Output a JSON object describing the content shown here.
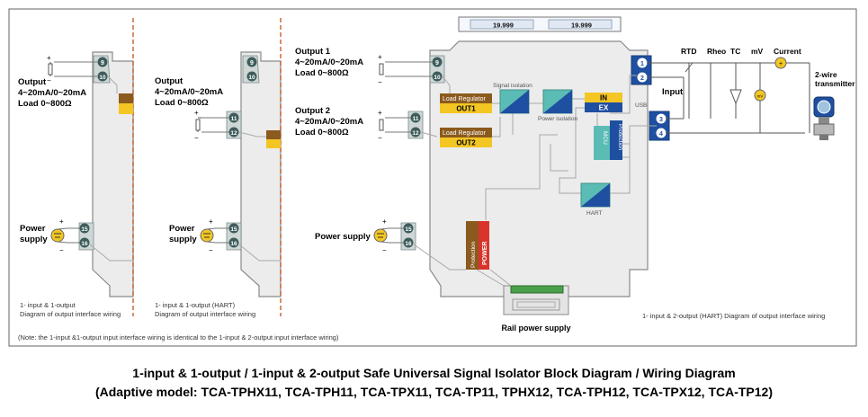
{
  "colors": {
    "module_body": "#ececec",
    "module_edge": "#8a8a8a",
    "wire": "#8f8f8f",
    "terminal": "#6f8b8b",
    "terminal_in": "#1f4fa0",
    "yellow": "#f3c623",
    "red": "#d9342b",
    "blue": "#1f4fa0",
    "teal": "#5bbcb5",
    "brown": "#8b5a1e"
  },
  "display": {
    "left_value": "19.999",
    "right_value": "19.999"
  },
  "panel1": {
    "output_label": "Output",
    "output_range": "4~20mA/0~20mA",
    "output_load": "Load 0~800Ω",
    "power_label": "Power",
    "power_label2": "supply",
    "terminals": [
      "9",
      "10",
      "15",
      "16"
    ],
    "caption_line1": "1- input & 1-output",
    "caption_line2": "Diagram of output interface wiring"
  },
  "panel2": {
    "output_label": "Output",
    "output_range": "4~20mA/0~20mA",
    "output_load": "Load 0~800Ω",
    "power_label": "Power",
    "power_label2": "supply",
    "terminals": [
      "9",
      "10",
      "11",
      "12",
      "15",
      "16"
    ],
    "caption_line1": "1- input & 1-output (HART)",
    "caption_line2": "Diagram of output interface wiring"
  },
  "panel3": {
    "output1_label": "Output 1",
    "output1_range": "4~20mA/0~20mA",
    "output1_load": "Load 0~800Ω",
    "output2_label": "Output 2",
    "output2_range": "4~20mA/0~20mA",
    "output2_load": "Load 0~800Ω",
    "power_label": "Power supply",
    "terminals_out": [
      "9",
      "10",
      "11",
      "12",
      "15",
      "16"
    ],
    "terminals_in": [
      "1",
      "2",
      "3",
      "4"
    ],
    "load_regulator": "Load Regulator",
    "out1": "OUT1",
    "out2": "OUT2",
    "signal_isolation": "Signal isolation",
    "power_isolation": "Power isolation",
    "in": "IN",
    "ex": "EX",
    "usb": "USB",
    "mcu": "MCU",
    "protection": "Protection",
    "hart": "HART",
    "power": "POWER",
    "rail_power": "Rail power supply",
    "input_label": "Input",
    "sensors": [
      "RTD",
      "Rheo",
      "TC",
      "mV",
      "Current"
    ],
    "transmitter_line1": "2-wire",
    "transmitter_line2": "transmitter",
    "caption": "1- input & 2-output (HART) Diagram of output interface wiring"
  },
  "note": "(Note: the 1-input &1-output input interface wiring is identical to the 1-input & 2-output input interface wiring)",
  "title_line1": "1-input & 1-output / 1-input & 2-output    Safe Universal  Signal Isolator Block Diagram  / Wiring Diagram",
  "title_line2": "(Adaptive model: TCA-TPHX11, TCA-TPH11, TCA-TPX11, TCA-TP11, TPHX12, TCA-TPH12, TCA-TPX12, TCA-TP12)"
}
